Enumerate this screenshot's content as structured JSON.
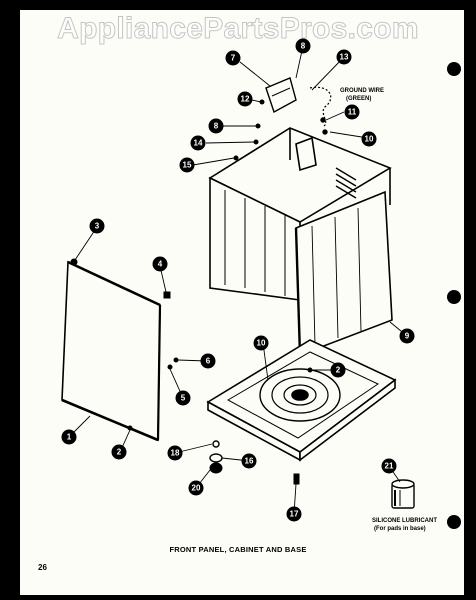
{
  "watermark": "AppliancePartsPros.com",
  "caption": "FRONT PANEL, CABINET AND BASE",
  "page_number": "26",
  "notes": {
    "ground_wire_line1": "GROUND WIRE",
    "ground_wire_line2": "(GREEN)",
    "lubricant_line1": "SILICONE LUBRICANT",
    "lubricant_line2": "(For pads in base)"
  },
  "callouts": [
    "8",
    "7",
    "13",
    "12",
    "11",
    "8",
    "10",
    "14",
    "15",
    "3",
    "4",
    "9",
    "10",
    "6",
    "2",
    "5",
    "1",
    "2",
    "18",
    "16",
    "20",
    "17",
    "21"
  ]
}
